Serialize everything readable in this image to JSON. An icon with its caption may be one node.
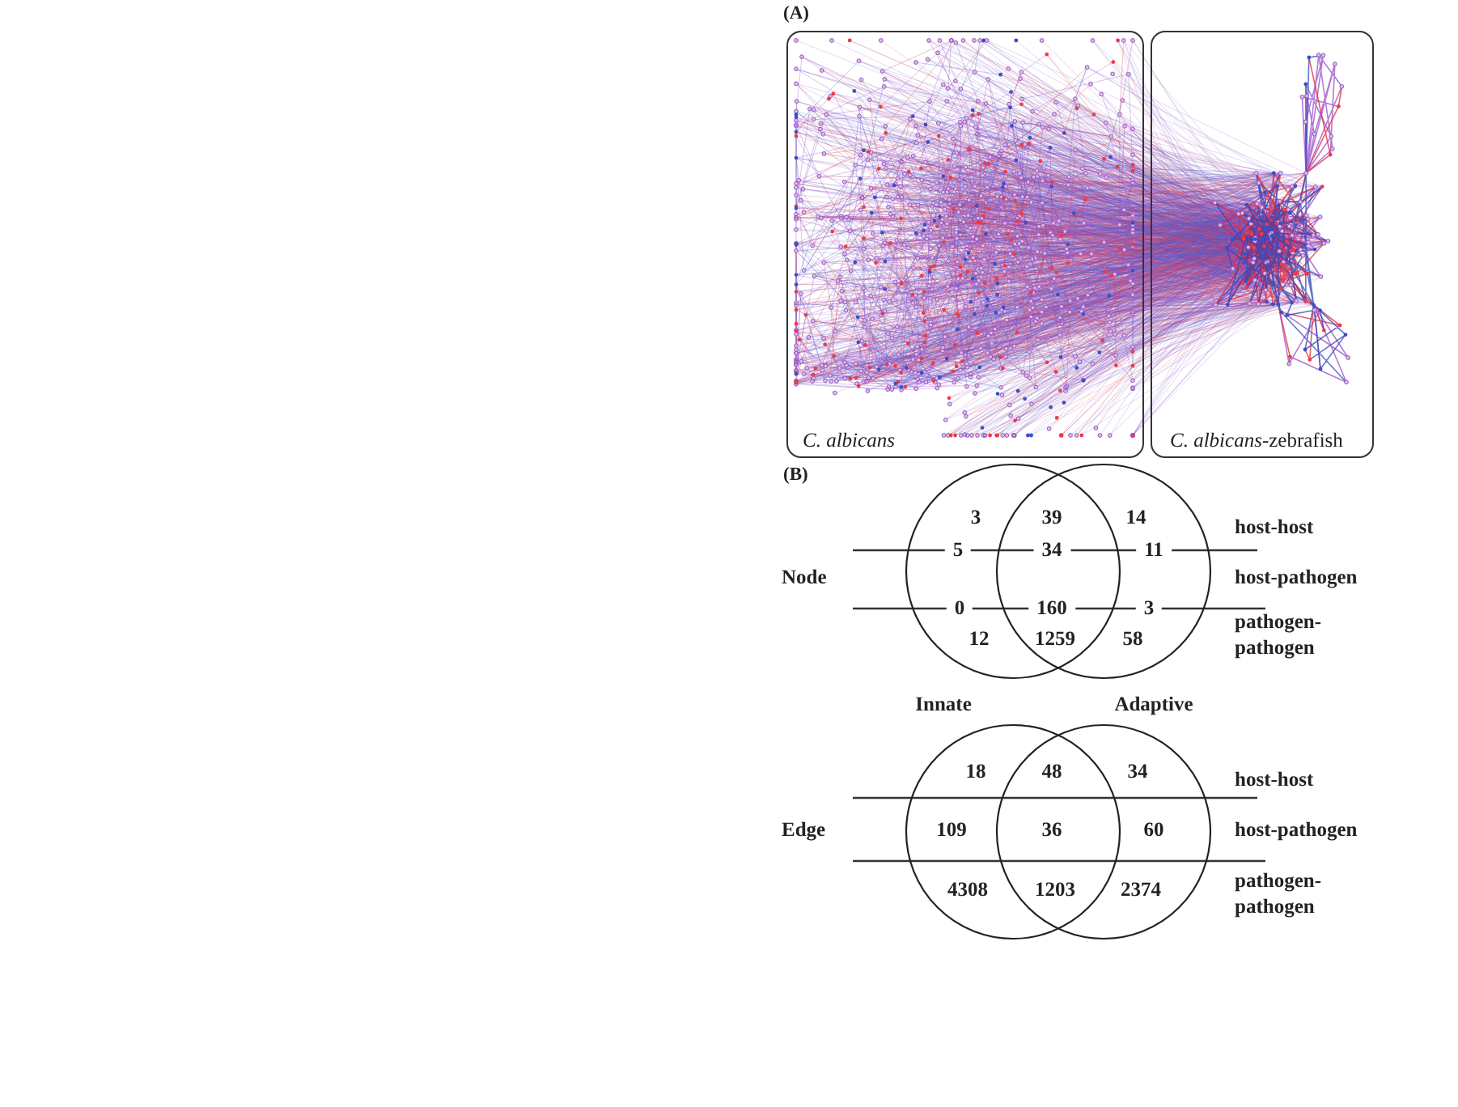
{
  "diagram": {
    "nodes": [
      {
        "text": [
          "C. albicans"
        ]
      },
      {
        "text": [
          "*C. albicans*-zebrafish"
        ]
      },
      {
        "text": [],
        "shape": "circle"
      },
      {
        "text": [],
        "shape": "circle"
      },
      {
        "text": [
          "Innate"
        ]
      },
      {
        "text": [
          "Adaptive"
        ]
      }
    ],
    "labels": [
      "(A)",
      "(B)",
      "3",
      "39",
      "14",
      "host-host",
      "5",
      "34",
      "11",
      "Node",
      "host-pathogen",
      "0",
      "160",
      "3",
      "pathogen- pathogen",
      "12",
      "1259",
      "58",
      "18",
      "48",
      "34",
      "host-host",
      "109",
      "36",
      "60",
      "Edge",
      "host-pathogen",
      "4308",
      "1203",
      "2374",
      "pathogen- pathogen"
    ]
  }
}
